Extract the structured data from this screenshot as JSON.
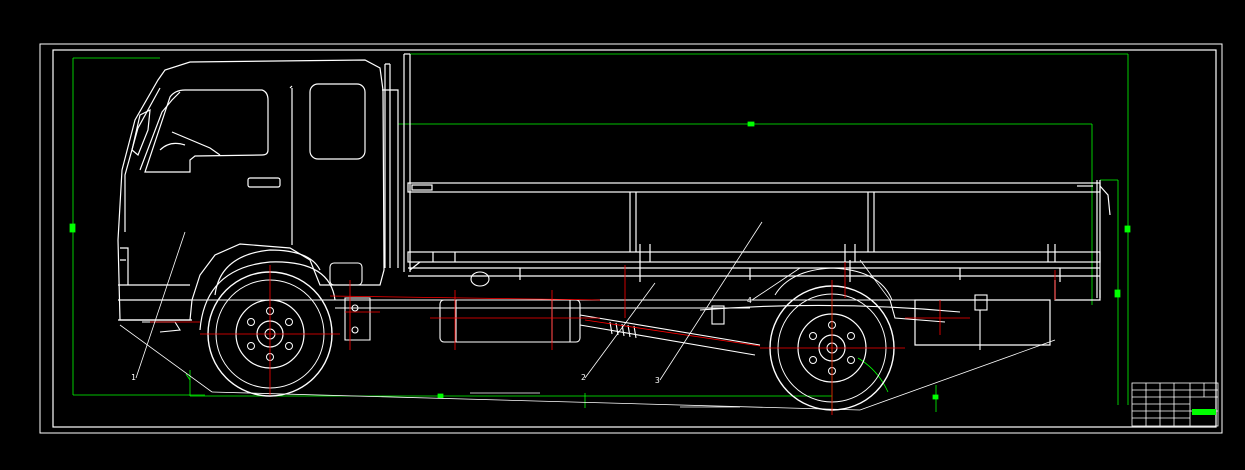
{
  "drawing": {
    "background": "#000000",
    "line_color": "#ffffff",
    "dimension_color": "#00ff00",
    "center_line_color": "#ff0000"
  },
  "leaders": [
    {
      "label": "1"
    },
    {
      "label": "2"
    },
    {
      "label": "3"
    },
    {
      "label": "4"
    }
  ],
  "title_block": {
    "rows": 6,
    "cols": 6
  }
}
